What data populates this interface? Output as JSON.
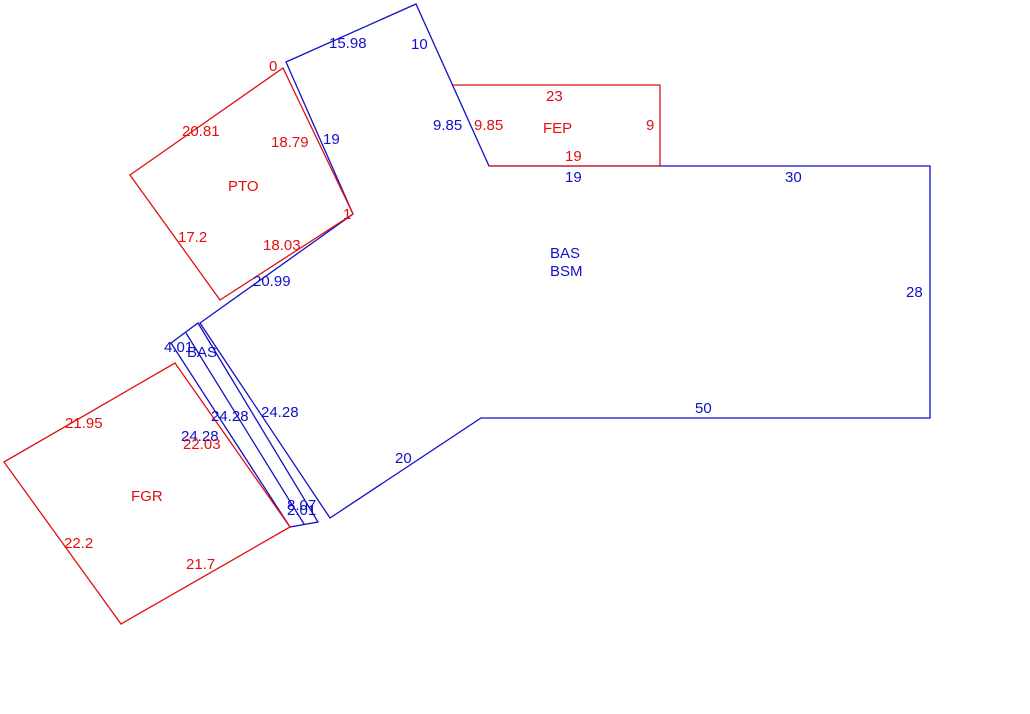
{
  "colors": {
    "blue": "#1010c8",
    "red": "#e01010"
  },
  "areas": {
    "bas_main": {
      "code1": "BAS",
      "code2": "BSM"
    },
    "bas_strip": {
      "code": "BAS"
    },
    "fep": {
      "code": "FEP"
    },
    "pto": {
      "code": "PTO"
    },
    "fgr": {
      "code": "FGR"
    }
  },
  "dimensions": {
    "blue": {
      "top_diag": "15.98",
      "top_edge": "10",
      "slant_left": "19",
      "slant_right": "9.85",
      "notch_bottom": "19",
      "top_right": "30",
      "right_side": "28",
      "bottom_right": "50",
      "bottom_diag": "20",
      "upper_left_diag": "20.99",
      "strip_top": "4.01",
      "strip_right": "24.28",
      "strip_mid": "24.28",
      "strip_left": "24.28",
      "strip_bottom_a": "8.07",
      "strip_bottom_b": "2.01"
    },
    "red": {
      "fep_top": "23",
      "fep_left": "9.85",
      "fep_right": "9",
      "fep_bottom": "19",
      "pto_top_corner": "0",
      "pto_top": "20.81",
      "pto_right": "18.79",
      "pto_left": "17.2",
      "pto_bottom": "18.03",
      "pto_corner": "1",
      "fgr_top": "21.95",
      "fgr_right": "22.03",
      "fgr_left": "22.2",
      "fgr_bottom": "21.7"
    }
  }
}
